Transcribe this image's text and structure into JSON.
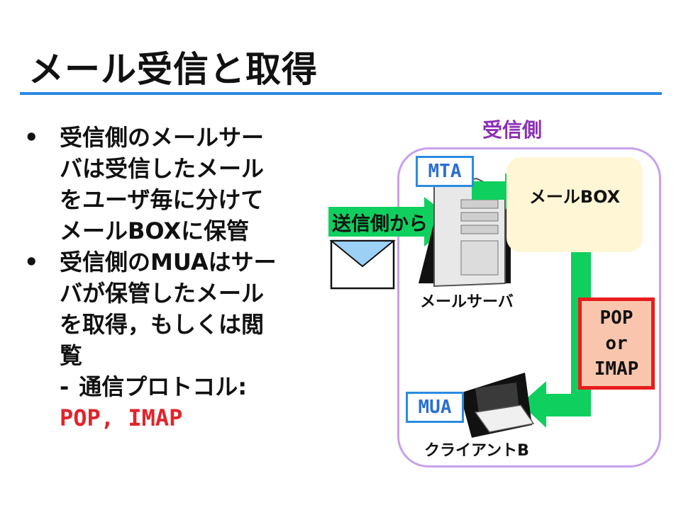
{
  "slide": {
    "title": "メール受信と取得",
    "bullets": [
      {
        "lines": [
          "受信側のメールサー",
          "バは受信したメール",
          "をユーザ毎に分けて",
          "メールBOXに保管"
        ]
      },
      {
        "lines": [
          "受信側のMUAはサー",
          "バが保管したメール",
          "を取得，もしくは閲",
          "覧"
        ]
      }
    ],
    "sub_item": "通信プロトコル:",
    "protocols": "POP, IMAP"
  },
  "diagram": {
    "receiver_label": "受信側",
    "mailbox_label": "メールBOX",
    "mta_label": "MTA",
    "mua_label": "MUA",
    "server_caption": "メールサーバ",
    "client_caption": "クライアントB",
    "sender_label": "送信側から",
    "protocol_lines": [
      "POP",
      "or",
      "IMAP"
    ]
  },
  "colors": {
    "accent_rule": "#2b8be0",
    "arrow_green": "#0fd05e",
    "protocol_red": "#e3232b",
    "receiver_purple": "#8b2fb5",
    "receiver_border": "#c8a0ec",
    "mailbox_fill": "#fff6d6",
    "protocol_box_fill": "#f9c6ad"
  }
}
